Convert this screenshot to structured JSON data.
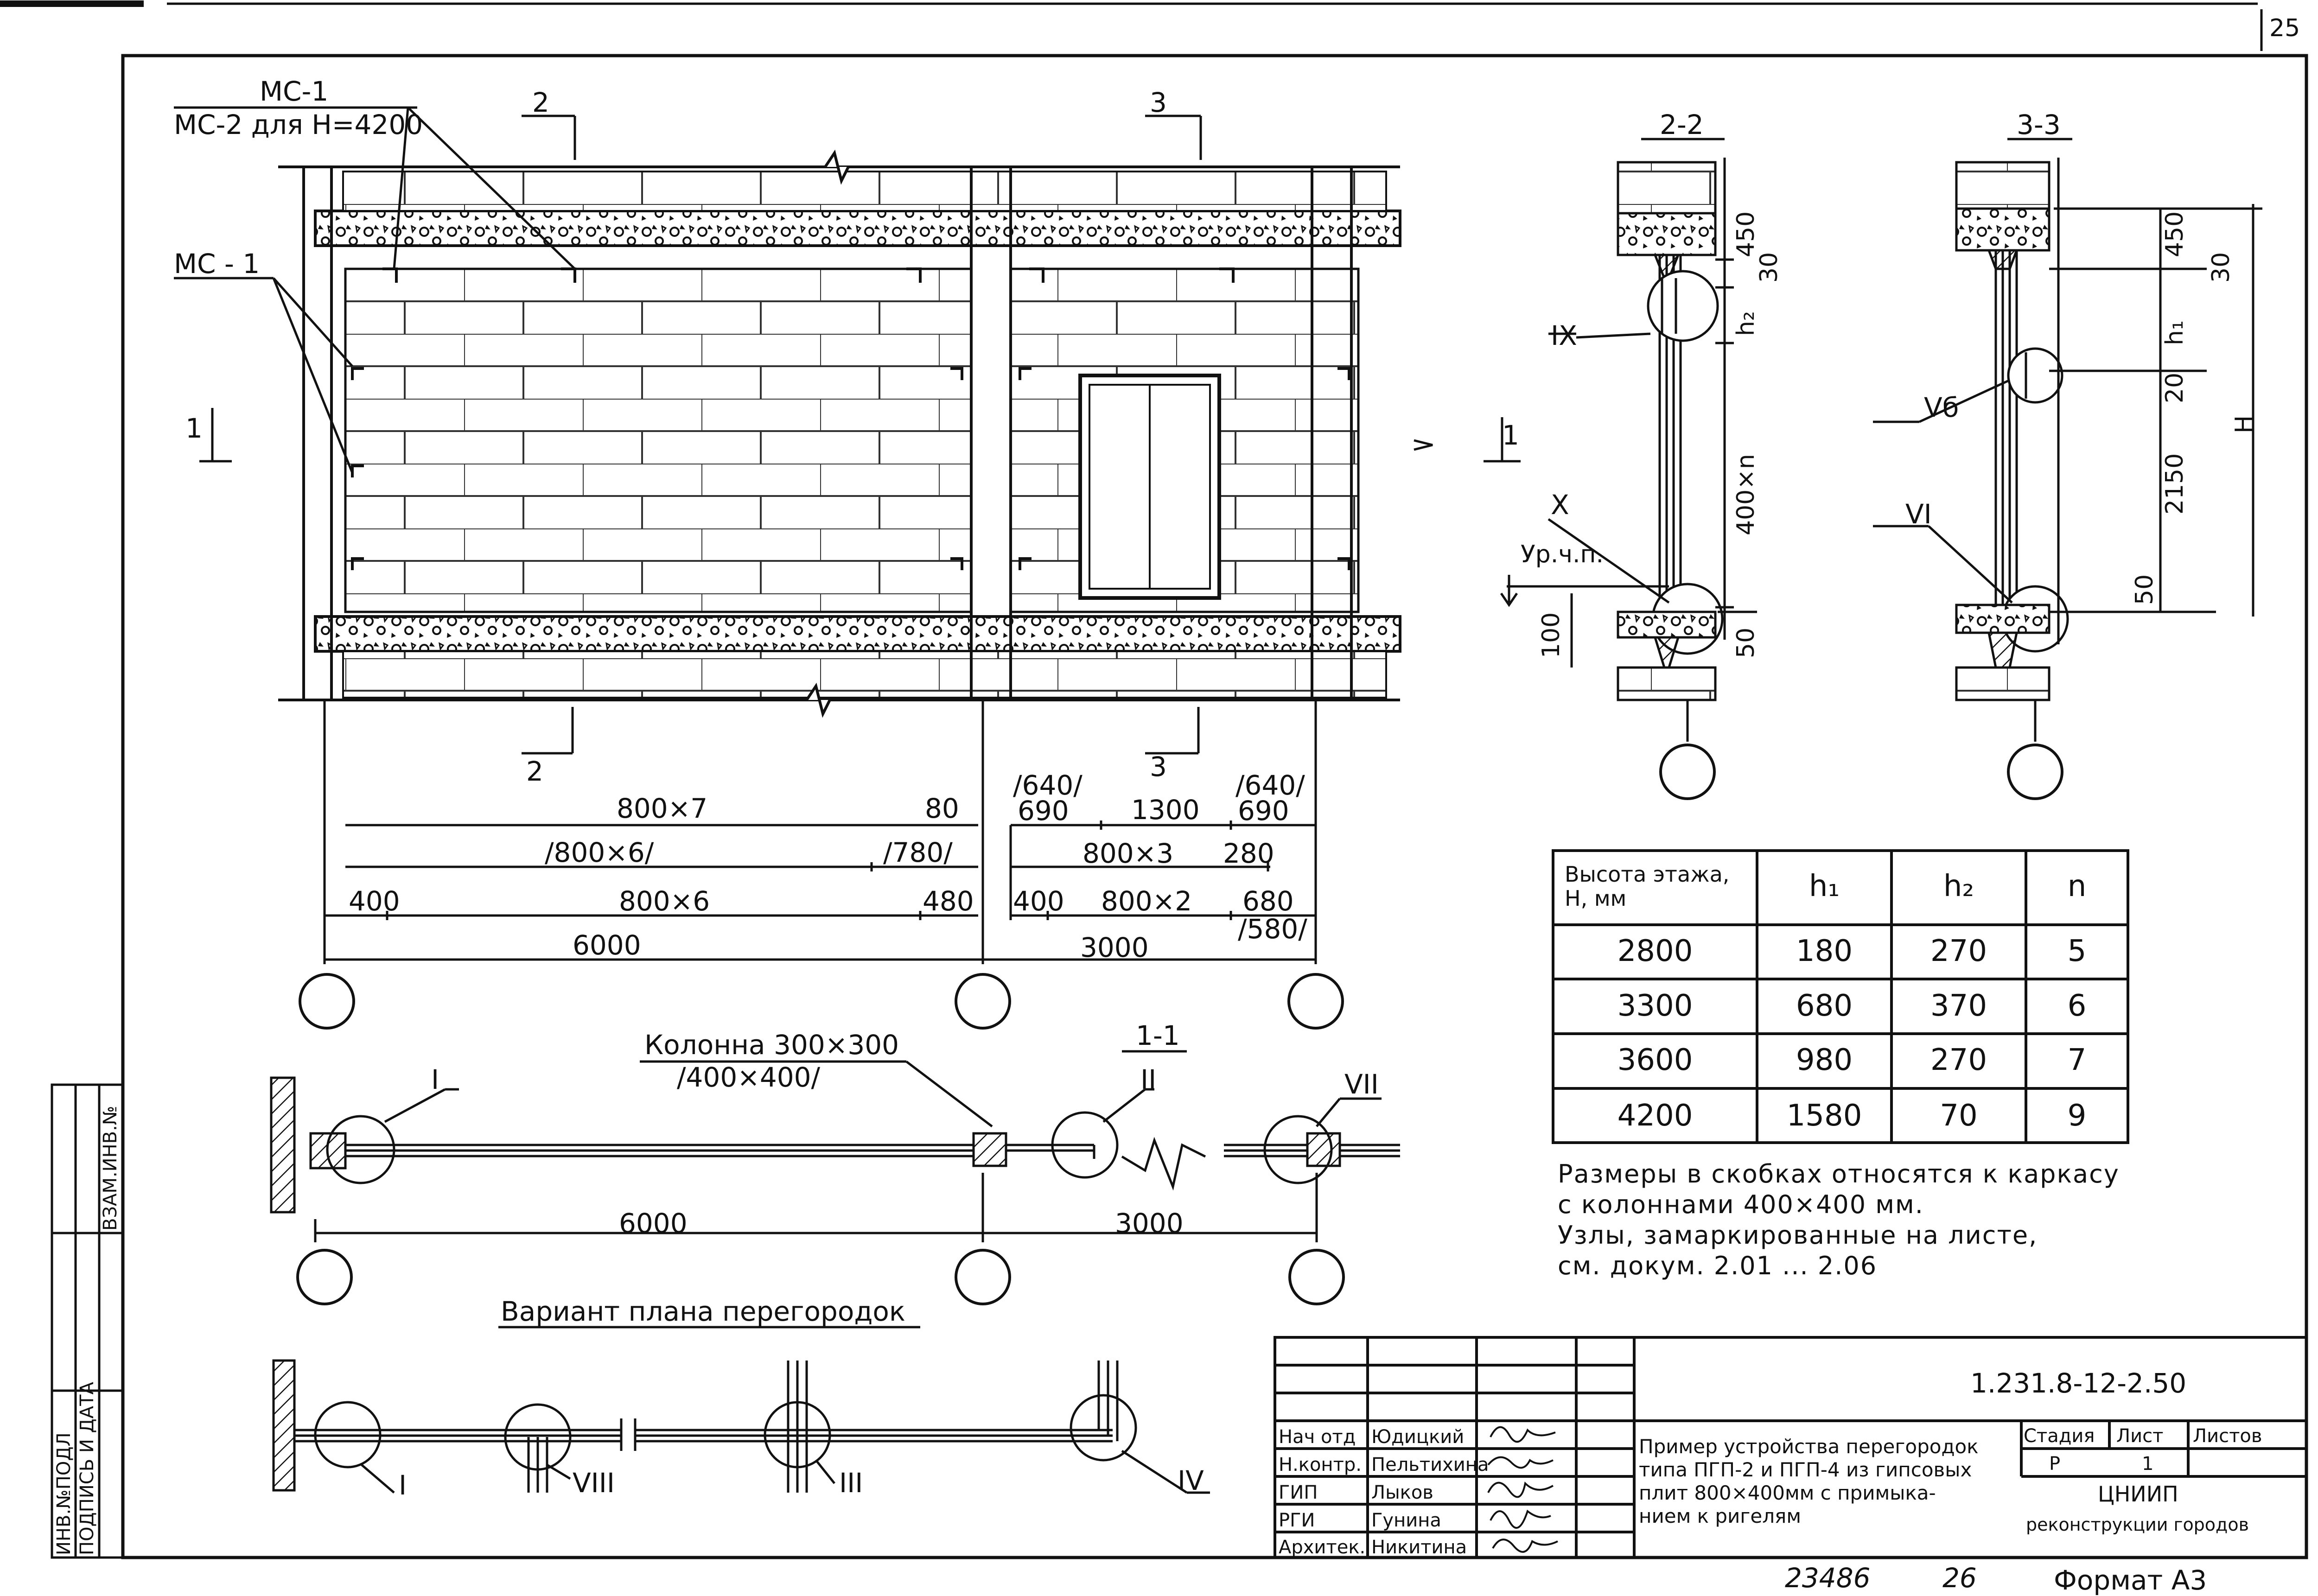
{
  "page_number": "25",
  "side_stamp": {
    "col1": "ИНВ.№ПОДЛ",
    "col2": "ПОДПИСЬ И ДАТА",
    "col3": "ВЗАМ.ИНВ.№"
  },
  "elevation": {
    "mc1_top": "МС-1",
    "mc2_label": "МС-2 для Н=4200",
    "mc1_left": "МС - 1",
    "section_2_top": "2",
    "section_3_top": "3",
    "section_2_bottom": "2",
    "section_3_bottom": "3",
    "section_1_left": "1",
    "section_1_right": "1",
    "dims_left": {
      "row1_main": "800×7",
      "row1_end": "80",
      "row2_main": "/800×6/",
      "row2_end": "/780/",
      "row3_start": "400",
      "row3_main": "800×6",
      "row3_end": "480",
      "row4_total": "6000"
    },
    "dims_right": {
      "row1_start_a": "/640/",
      "row1_start_b": "690",
      "row1_main": "1300",
      "row1_end_a": "/640/",
      "row1_end_b": "690",
      "row2_main": "800×3",
      "row2_end": "280",
      "row3_start": "400",
      "row3_main": "800×2",
      "row3_end": "680",
      "row3_end_alt": "/580/",
      "row4_total": "3000"
    }
  },
  "section_2_2": {
    "title": "2-2",
    "node_ix": "IX",
    "node_x": "X",
    "level_label": "Ур.ч.п.",
    "dim_450": "450",
    "dim_30": "30",
    "dim_h2": "h₂",
    "dim_400n": "400×n",
    "dim_50": "50",
    "dim_100": "100"
  },
  "section_3_3": {
    "title": "3-3",
    "node_vb": "Vб",
    "node_vi": "VI",
    "dim_450": "450",
    "dim_30": "30",
    "dim_h1": "h₁",
    "dim_20": "20",
    "dim_2150": "2150",
    "dim_50": "50",
    "dim_H": "Н"
  },
  "table": {
    "headers": [
      "Высота этажа, Н, мм",
      "h₁",
      "h₂",
      "n"
    ],
    "rows": [
      [
        "2800",
        "180",
        "270",
        "5"
      ],
      [
        "3300",
        "680",
        "370",
        "6"
      ],
      [
        "3600",
        "980",
        "270",
        "7"
      ],
      [
        "4200",
        "1580",
        "70",
        "9"
      ]
    ]
  },
  "notes": [
    "Размеры в скобках относятся к каркасу",
    "с колоннами 400×400 мм.",
    "Узлы, замаркированные на листе,",
    "см. докум. 2.01 ... 2.06"
  ],
  "plan_1_1": {
    "title": "1-1",
    "column_label": "Колонна 300×300",
    "column_label_alt": "/400×400/",
    "node_i": "I",
    "node_ii": "II",
    "node_vii": "VII",
    "dim_6000": "6000",
    "dim_3000": "3000"
  },
  "variant_plan": {
    "title": "Вариант плана перегородок",
    "node_i": "I",
    "node_viii": "VIII",
    "node_iii": "III",
    "node_iv": "IV"
  },
  "title_block": {
    "doc_code": "1.231.8-12-2.50",
    "roles": [
      "Нач отд",
      "Н.контр.",
      "ГИП",
      "РГИ",
      "Архитек."
    ],
    "names": [
      "Юдицкий",
      "Пельтихина",
      "Лыков",
      "Гунина",
      "Никитина"
    ],
    "description": [
      "Пример устройства перегородок",
      "типа ПГП-2 и ПГП-4 из гипсовых",
      "плит 800×400мм с примыка-",
      "нием к ригелям"
    ],
    "stage_header": "Стадия",
    "sheet_header": "Лист",
    "sheets_header": "Листов",
    "stage_value": "Р",
    "sheet_value": "1",
    "organization_line1": "ЦНИИП",
    "organization_line2": "реконструкции городов"
  },
  "footer": {
    "number_left": "23486",
    "number_right": "26",
    "format": "Формат А3"
  }
}
